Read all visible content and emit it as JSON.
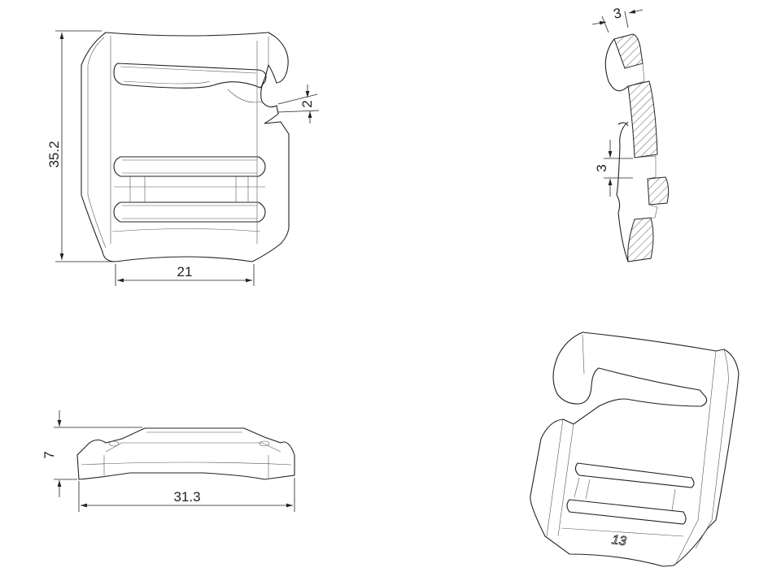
{
  "drawing": {
    "front_view": {
      "height_dim": "35.2",
      "width_dim": "21",
      "gap_dim": "2"
    },
    "section_view": {
      "thickness_dim": "3",
      "slot_dim": "3"
    },
    "bottom_view": {
      "thickness_dim": "7",
      "length_dim": "31.3"
    },
    "iso_view": {
      "logo": "13"
    }
  }
}
